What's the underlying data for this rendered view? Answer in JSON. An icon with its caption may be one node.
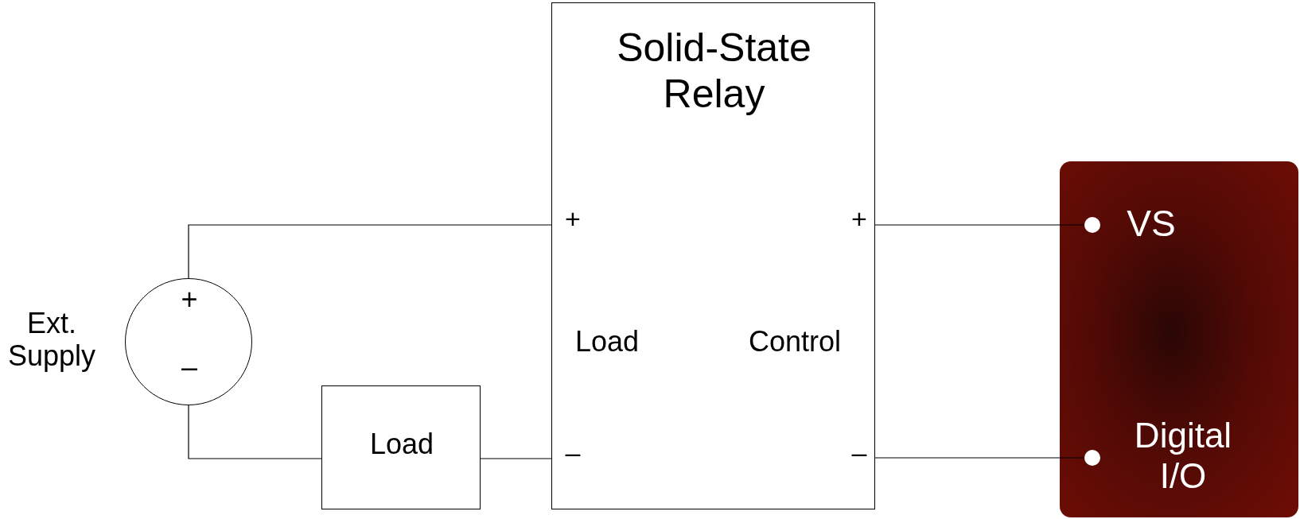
{
  "diagram": {
    "nodes": [
      {
        "text": [
          "+",
          "–"
        ],
        "beside": [
          "Ext. Supply"
        ]
      },
      {
        "text": [
          "Load"
        ]
      },
      {
        "text": [
          "Solid-State Relay",
          "Load",
          "Control"
        ]
      },
      {
        "text": [
          "VS",
          "Digital I/O"
        ]
      },
      {
        "text": [],
        "shape": "circle",
        "in": 3
      },
      {
        "text": [],
        "shape": "circle",
        "in": 3
      }
    ],
    "edges": [
      {
        "from": 0,
        "to": 2,
        "arrow": "none"
      },
      {
        "from": 0,
        "to": 1,
        "arrow": "none"
      },
      {
        "from": 1,
        "to": 2,
        "arrow": "none"
      },
      {
        "from": 2,
        "to": 4,
        "arrow": "none"
      },
      {
        "from": 2,
        "to": 5,
        "arrow": "none"
      }
    ],
    "labels": [
      "+",
      "+",
      "–",
      "–"
    ]
  }
}
